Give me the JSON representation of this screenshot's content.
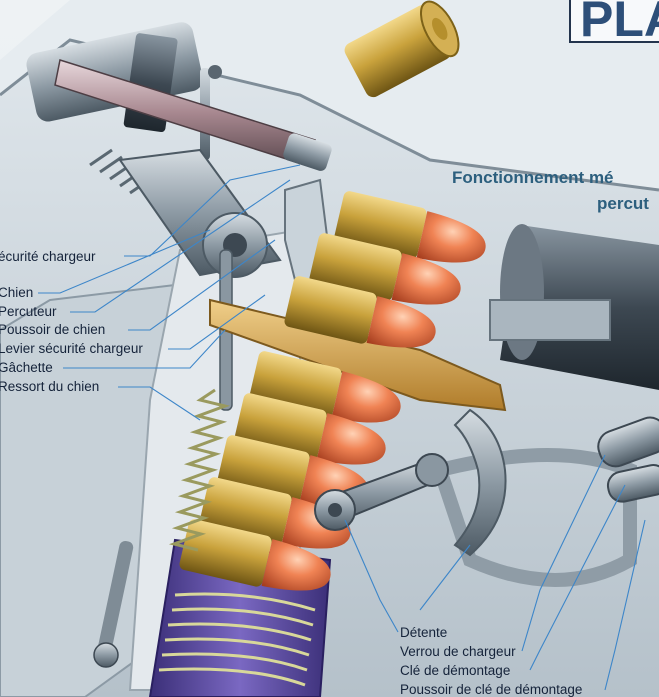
{
  "header": {
    "title_fragment": "PLA",
    "subtitle_line1": "Fonctionnement mé",
    "subtitle_line2": "percut"
  },
  "labels": {
    "left": [
      "écurité chargeur",
      "Chien",
      "Percuteur",
      "Poussoir de chien",
      "Levier sécurité chargeur",
      "Gâchette",
      "Ressort du chien"
    ],
    "bottom": [
      "Détente",
      "Verrou de chargeur",
      "Clé de démontage",
      "Poussoir de clé de démontage"
    ]
  },
  "colors": {
    "frame": "#c9d3da",
    "frame_shadow": "#8a99a5",
    "brass": "#b8952e",
    "bullet": "#e8744a",
    "steel": "#7f8c96",
    "dark_steel": "#3d4852",
    "spring": "#b6b57a",
    "magazine": "#5a4a9a",
    "leader": "#3d86c9",
    "heading": "#2c5f7e"
  }
}
